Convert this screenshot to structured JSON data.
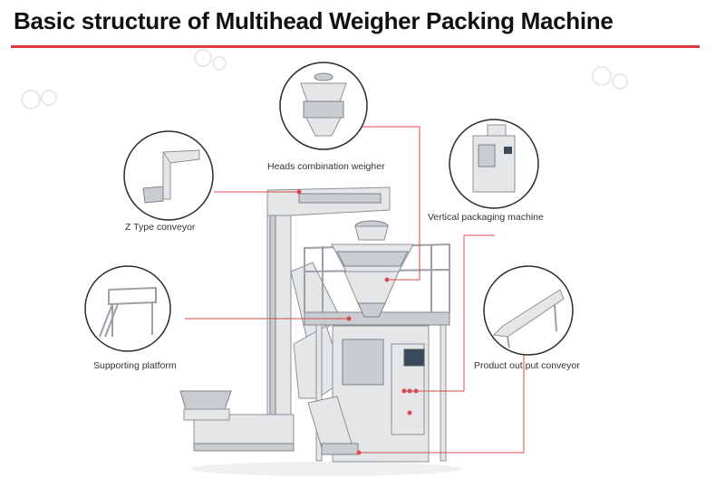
{
  "title": "Basic structure of Multihead Weigher Packing Machine",
  "accent_color": "#e03a3a",
  "components": {
    "heads_combination_weigher": "Heads combination weigher",
    "z_type_conveyor": "Z Type conveyor",
    "vertical_packaging_machine": "Vertical packaging machine",
    "supporting_platform": "Supporting platform",
    "product_output_conveyor": "Product out put  conveyor"
  }
}
